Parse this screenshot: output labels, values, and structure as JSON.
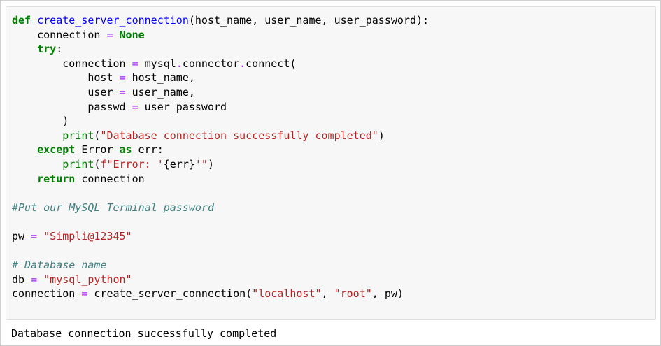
{
  "code_cell": {
    "lines": [
      [
        {
          "t": "def",
          "c": "kw"
        },
        {
          "t": " ",
          "c": "plain"
        },
        {
          "t": "create_server_connection",
          "c": "fn"
        },
        {
          "t": "(host_name, user_name, user_password):",
          "c": "plain"
        }
      ],
      [
        {
          "t": "    connection ",
          "c": "plain"
        },
        {
          "t": "=",
          "c": "op"
        },
        {
          "t": " ",
          "c": "plain"
        },
        {
          "t": "None",
          "c": "kw"
        }
      ],
      [
        {
          "t": "    ",
          "c": "plain"
        },
        {
          "t": "try",
          "c": "kw"
        },
        {
          "t": ":",
          "c": "plain"
        }
      ],
      [
        {
          "t": "        connection ",
          "c": "plain"
        },
        {
          "t": "=",
          "c": "op"
        },
        {
          "t": " mysql",
          "c": "plain"
        },
        {
          "t": ".",
          "c": "op"
        },
        {
          "t": "connector",
          "c": "plain"
        },
        {
          "t": ".",
          "c": "op"
        },
        {
          "t": "connect(",
          "c": "plain"
        }
      ],
      [
        {
          "t": "            host ",
          "c": "plain"
        },
        {
          "t": "=",
          "c": "op"
        },
        {
          "t": " host_name,",
          "c": "plain"
        }
      ],
      [
        {
          "t": "            user ",
          "c": "plain"
        },
        {
          "t": "=",
          "c": "op"
        },
        {
          "t": " user_name,",
          "c": "plain"
        }
      ],
      [
        {
          "t": "            passwd ",
          "c": "plain"
        },
        {
          "t": "=",
          "c": "op"
        },
        {
          "t": " user_password",
          "c": "plain"
        }
      ],
      [
        {
          "t": "        )",
          "c": "plain"
        }
      ],
      [
        {
          "t": "        ",
          "c": "plain"
        },
        {
          "t": "print",
          "c": "bi"
        },
        {
          "t": "(",
          "c": "plain"
        },
        {
          "t": "\"Database connection successfully completed\"",
          "c": "str"
        },
        {
          "t": ")",
          "c": "plain"
        }
      ],
      [
        {
          "t": "    ",
          "c": "plain"
        },
        {
          "t": "except",
          "c": "kw"
        },
        {
          "t": " Error ",
          "c": "plain"
        },
        {
          "t": "as",
          "c": "kw"
        },
        {
          "t": " err:",
          "c": "plain"
        }
      ],
      [
        {
          "t": "        ",
          "c": "plain"
        },
        {
          "t": "print",
          "c": "bi"
        },
        {
          "t": "(",
          "c": "plain"
        },
        {
          "t": "f\"Error: '",
          "c": "str"
        },
        {
          "t": "{err}",
          "c": "plain"
        },
        {
          "t": "'\"",
          "c": "str"
        },
        {
          "t": ")",
          "c": "plain"
        }
      ],
      [
        {
          "t": "    ",
          "c": "plain"
        },
        {
          "t": "return",
          "c": "kw"
        },
        {
          "t": " connection",
          "c": "plain"
        }
      ],
      [
        {
          "t": "",
          "c": "plain"
        }
      ],
      [
        {
          "t": "#Put our MySQL Terminal password",
          "c": "cm"
        }
      ],
      [
        {
          "t": "",
          "c": "plain"
        }
      ],
      [
        {
          "t": "pw ",
          "c": "plain"
        },
        {
          "t": "=",
          "c": "op"
        },
        {
          "t": " ",
          "c": "plain"
        },
        {
          "t": "\"Simpli@12345\"",
          "c": "str"
        }
      ],
      [
        {
          "t": "",
          "c": "plain"
        }
      ],
      [
        {
          "t": "# Database name",
          "c": "cm"
        }
      ],
      [
        {
          "t": "db ",
          "c": "plain"
        },
        {
          "t": "=",
          "c": "op"
        },
        {
          "t": " ",
          "c": "plain"
        },
        {
          "t": "\"mysql_python\"",
          "c": "str"
        }
      ],
      [
        {
          "t": "connection ",
          "c": "plain"
        },
        {
          "t": "=",
          "c": "op"
        },
        {
          "t": " create_server_connection(",
          "c": "plain"
        },
        {
          "t": "\"localhost\"",
          "c": "str"
        },
        {
          "t": ", ",
          "c": "plain"
        },
        {
          "t": "\"root\"",
          "c": "str"
        },
        {
          "t": ", pw)",
          "c": "plain"
        }
      ]
    ]
  },
  "output_cell": {
    "text": "Database connection successfully completed"
  },
  "colors": {
    "keyword": "#008000",
    "function": "#0000ff",
    "operator": "#aa22ff",
    "string": "#ba2121",
    "comment": "#408080",
    "cell_background": "#f7f7f7"
  }
}
